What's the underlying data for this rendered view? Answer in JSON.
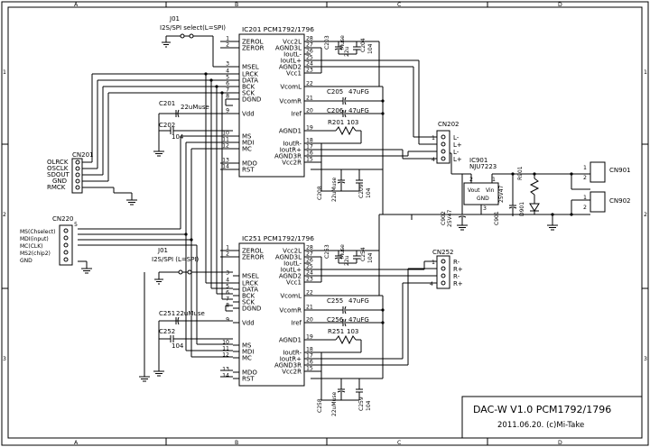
{
  "border": {
    "cols": [
      "A",
      "B",
      "C",
      "D"
    ],
    "rows": [
      "1",
      "2",
      "3"
    ]
  },
  "title_block": {
    "title": "DAC-W V1.0  PCM1792/1796",
    "date": "2011.06.20.  (c)Mi-Take"
  },
  "ic201": {
    "name": "IC201 PCM1792/1796",
    "left": [
      [
        "1",
        "ZEROL"
      ],
      [
        "2",
        "ZEROR"
      ],
      [
        "3",
        "MSEL"
      ],
      [
        "4",
        "LRCK"
      ],
      [
        "5",
        "DATA"
      ],
      [
        "6",
        "BCK"
      ],
      [
        "7",
        "SCK"
      ],
      [
        "8",
        "DGND"
      ],
      [
        "9",
        "Vdd"
      ],
      [
        "10",
        "MS"
      ],
      [
        "11",
        "MDI"
      ],
      [
        "12",
        "MC"
      ],
      [
        "13",
        "MDO"
      ],
      [
        "14",
        "RST"
      ]
    ],
    "right": [
      [
        "28",
        "Vcc2L"
      ],
      [
        "27",
        "AGND3L"
      ],
      [
        "26",
        "IoutL-"
      ],
      [
        "25",
        "IoutL+"
      ],
      [
        "24",
        "AGND2"
      ],
      [
        "23",
        "Vcc1"
      ],
      [
        "22",
        "VcomL"
      ],
      [
        "21",
        "VcomR"
      ],
      [
        "20",
        "Iref"
      ],
      [
        "19",
        "AGND1"
      ],
      [
        "18",
        "IoutR-"
      ],
      [
        "17",
        "IoutR+"
      ],
      [
        "16",
        "AGND3R"
      ],
      [
        "15",
        "Vcc2R"
      ]
    ]
  },
  "ic251": {
    "name": "IC251 PCM1792/1796",
    "left": [
      [
        "1",
        "ZEROL"
      ],
      [
        "2",
        "ZEROR"
      ],
      [
        "3",
        "MSEL"
      ],
      [
        "4",
        "LRCK"
      ],
      [
        "5",
        "DATA"
      ],
      [
        "6",
        "BCK"
      ],
      [
        "7",
        "SCK"
      ],
      [
        "8",
        "DGND"
      ],
      [
        "9",
        "Vdd"
      ],
      [
        "10",
        "MS"
      ],
      [
        "11",
        "MDI"
      ],
      [
        "12",
        "MC"
      ],
      [
        "13",
        "MDO"
      ],
      [
        "14",
        "RST"
      ]
    ],
    "right": [
      [
        "28",
        "Vcc2L"
      ],
      [
        "27",
        "AGND3L"
      ],
      [
        "26",
        "IoutL-"
      ],
      [
        "25",
        "IoutL+"
      ],
      [
        "24",
        "AGND2"
      ],
      [
        "23",
        "Vcc1"
      ],
      [
        "22",
        "VcomL"
      ],
      [
        "21",
        "VcomR"
      ],
      [
        "20",
        "Iref"
      ],
      [
        "19",
        "AGND1"
      ],
      [
        "18",
        "IoutR-"
      ],
      [
        "17",
        "IoutR+"
      ],
      [
        "16",
        "AGND3R"
      ],
      [
        "15",
        "Vcc2R"
      ]
    ]
  },
  "j01_top": {
    "ref": "J01",
    "label": "I2S/SPI select(L=SPI)"
  },
  "j01_bottom": {
    "ref": "J01",
    "label": "I2S/SPI (L=SPI)"
  },
  "cn201": {
    "ref": "CN201",
    "pins": [
      "OLRCK",
      "OSCLK",
      "SDOUT",
      "GND",
      "RMCK"
    ]
  },
  "cn220": {
    "ref": "CN220",
    "pin": "5",
    "pins": [
      "MS(Chselect)",
      "MDI(input)",
      "MC(CLK)",
      "MS2(chip2)",
      "GND"
    ]
  },
  "cn202": {
    "ref": "CN202",
    "pins": [
      "L-",
      "L+",
      "L-",
      "L+"
    ],
    "nums": [
      "1",
      "4"
    ]
  },
  "cn252": {
    "ref": "CN252",
    "pins": [
      "R-",
      "R+",
      "R-",
      "R+"
    ],
    "nums": [
      "1",
      "4"
    ]
  },
  "cn901": {
    "ref": "CN901",
    "pins": [
      "1",
      "2"
    ]
  },
  "cn902": {
    "ref": "CN902",
    "pins": [
      "1",
      "2"
    ]
  },
  "ic901": {
    "ref": "IC901",
    "part": "NJU7223",
    "pins": [
      "Vout",
      "Vin",
      "GND"
    ],
    "nums": [
      "2",
      "1",
      "3"
    ]
  },
  "parts": {
    "c201": "C201",
    "c201v": "22uMuse",
    "c202": "C202",
    "c202v": "104",
    "c203": "C203",
    "c203v": "22u",
    "c204": "C204",
    "c204v": "104",
    "c205": "C205",
    "c205v": "47uFG",
    "c206": "C206",
    "c206v": "47uFG",
    "r201": "R201",
    "r201v": "103",
    "c208": "C208",
    "c208v": "22uMuse",
    "c209": "C209",
    "c209v": "104",
    "c251": "C251",
    "c251v": "22uMuse",
    "c252": "C252",
    "c252v": "104",
    "c253": "C253",
    "c253v": "22u",
    "c254": "C254",
    "c254v": "104",
    "c255": "C255",
    "c255v": "47uFG",
    "c256": "C256",
    "c256v": "47uFG",
    "r251": "R251",
    "r251v": "103",
    "c258": "C258",
    "c258v": "22uMuse",
    "c259": "C259",
    "c259v": "104",
    "c901": "C901",
    "c902": "C902",
    "c902v": "25V47",
    "c903": "25V47",
    "r901": "R901",
    "d901": "D901",
    "muse": "Muse"
  }
}
